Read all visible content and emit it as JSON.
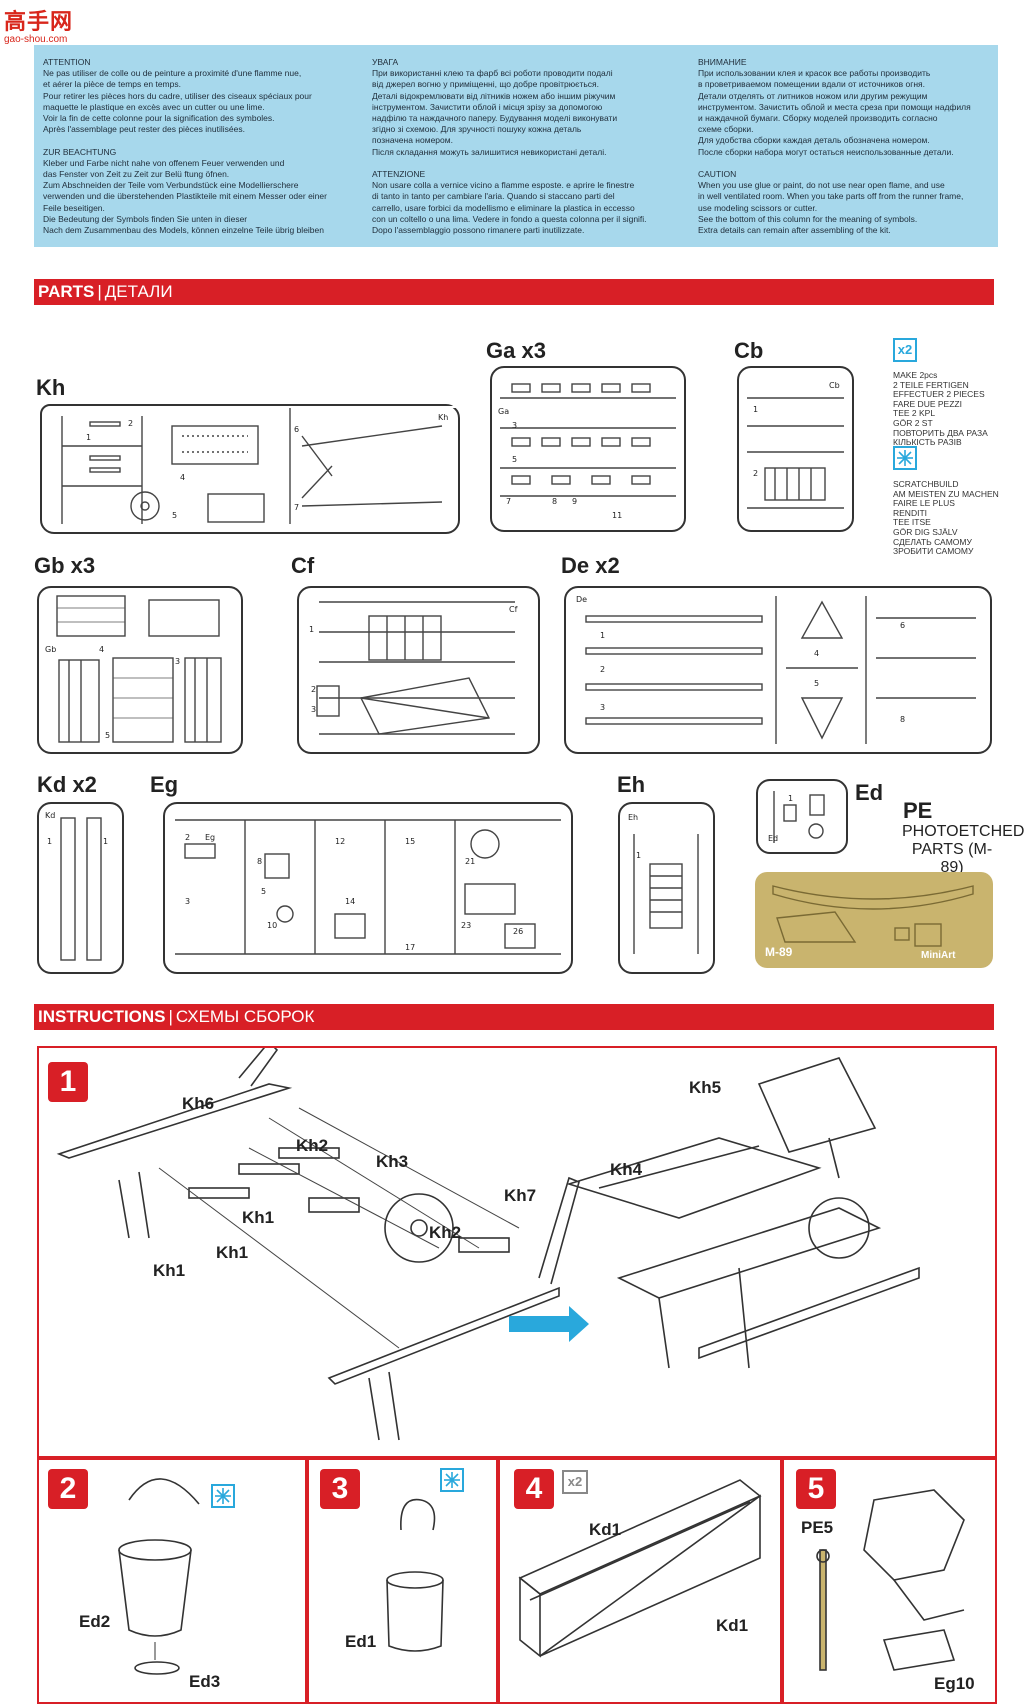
{
  "watermark": {
    "mark": "高手网",
    "url": "gao-shou.com"
  },
  "warnings": {
    "col1": "ATTENTION\nNe pas utiliser de colle ou de peinture a proximité d'une flamme nue,\net aérer la pièce de temps en temps.\nPour retirer les pièces hors du cadre, utiliser des ciseaux spéciaux pour\nmaquette le plastique en excès avec un cutter ou une lime.\nVoir la fin de cette colonne pour la signification des symboles.\nAprès l'assemblage peut rester des pièces inutilisées.\n\nZUR BEACHTUNG\nKleber und Farbe nicht nahe von offenem Feuer verwenden und\ndas Fenster von Zeit zu Zeit zur Belü ftung öfnen.\nZum Abschneiden der Teile vom Verbundstück eine Modelliersch­ere\nverwenden und die überstehenden Plastikteile mit einem Messer oder einer\nFeile beseitigen.\nDie Bedeutung der Symbols finden Sie unten in dieser\nNach dem Zusammenbau des Models, können einzelne Teile übrig bleiben",
    "col2": "УВАГА\nПри використанні клею та фарб всі роботи проводити подалі\nвід джерел вогню у приміщенні, що добре провітрюється.\nДеталі відокремлювати від літників ножем або іншим ріжучим\nінструментом. Зачистити облой і місця зрізу за допомогою\nнадфілю та наждачного паперу. Будування моделі виконувати\nзгідно зі схемою. Для зручності пошуку кожна деталь\nпозначена номером.\nПісля складання можуть залишитися невикористані деталі.\n\nATTENZIONE\nNon usare colla a vernice vicino a flamme esposte. e aprire le finestre\ndi tanto in tanto per cambiare l'aria. Quando si staccano parti del\ncarrello, usare forbici da modellismo e eliminare la plastica in eccesso\ncon un coltello o una lima. Vedere in fondo a questa colonna  per il signifi.\nDopo l'assemblaggio possono rimanere parti inutilizzate.",
    "col3": "ВНИМАНИЕ\nПри использовании клея и красок все работы производить\nв проветриваемом помещении вдали от источников огня.\nДетали отделять от литников ножом или другим режущим\nинструментом. Зачистить облой и места среза при помощи надфиля\nи наждачной бумаги. Сборку моделей производить согласно\nсхеме сборки.\nДля удобства сборки каждая деталь обозначена номером.\nПосле сборки набора могут остаться неиспользованные детали.\n\nCAUTION\nWhen you use glue or paint, do not use near open flame, and use\nin well ventilated room. When you take parts off from the runner frame,\nuse modeling scissors or cutter.\nSee the bottom of this column for the meaning of symbols.\nExtra details can remain after assembling of the kit."
  },
  "parts_header": {
    "en": "PARTS",
    "ru": "ДЕТАЛИ"
  },
  "instructions_header": {
    "en": "INSTRUCTIONS",
    "ru": "СХЕМЫ СБОРОК"
  },
  "sprues": {
    "kh": "Kh",
    "ga": "Ga x3",
    "cb": "Cb",
    "gb": "Gb x3",
    "cf": "Cf",
    "de": "De x2",
    "kd": "Kd x2",
    "eg": "Eg",
    "eh": "Eh",
    "ed": "Ed"
  },
  "symbols": {
    "x2": "x2",
    "make2": "MAKE 2pcs\n2 TEILE FERTIGEN\nEFFECTUER 2 PIECES\nFARE DUE PEZZI\nTEE 2 KPL\nGÖR 2 ST\nПОВТОРИТЬ ДВА РАЗА\nКІЛЬКІСТЬ РАЗІВ",
    "scratch": "SCRATCHBUILD\nAM MEISTEN ZU MACHEN\nFAIRE LE PLUS\nRENDITI\nTEE ITSE\nGÖR DIG SJÄLV\nСДЕЛАТЬ САМОМУ\nЗРОБИТИ САМОМУ"
  },
  "pe": {
    "title": "PE",
    "subtitle": "PHOTOETCHED",
    "code_line": "PARTS (M-89)",
    "fret_code": "M-89",
    "brand": "MiniArt"
  },
  "steps": [
    {
      "num": "1",
      "labels": [
        "Kh6",
        "Kh2",
        "Kh3",
        "Kh2",
        "Kh7",
        "Kh1",
        "Kh1",
        "Kh1",
        "Kh5",
        "Kh4"
      ]
    },
    {
      "num": "2",
      "labels": [
        "Ed2",
        "Ed3"
      ]
    },
    {
      "num": "3",
      "labels": [
        "Ed1"
      ]
    },
    {
      "num": "4",
      "labels": [
        "Kd1",
        "Kd1"
      ],
      "badge": "x2"
    },
    {
      "num": "5",
      "labels": [
        "PE5",
        "Eg10"
      ]
    }
  ],
  "colors": {
    "red": "#d81f26",
    "blue_panel": "#a7d8ec",
    "arrow_blue": "#29a8dc",
    "pe_gold": "#c9b46e"
  }
}
